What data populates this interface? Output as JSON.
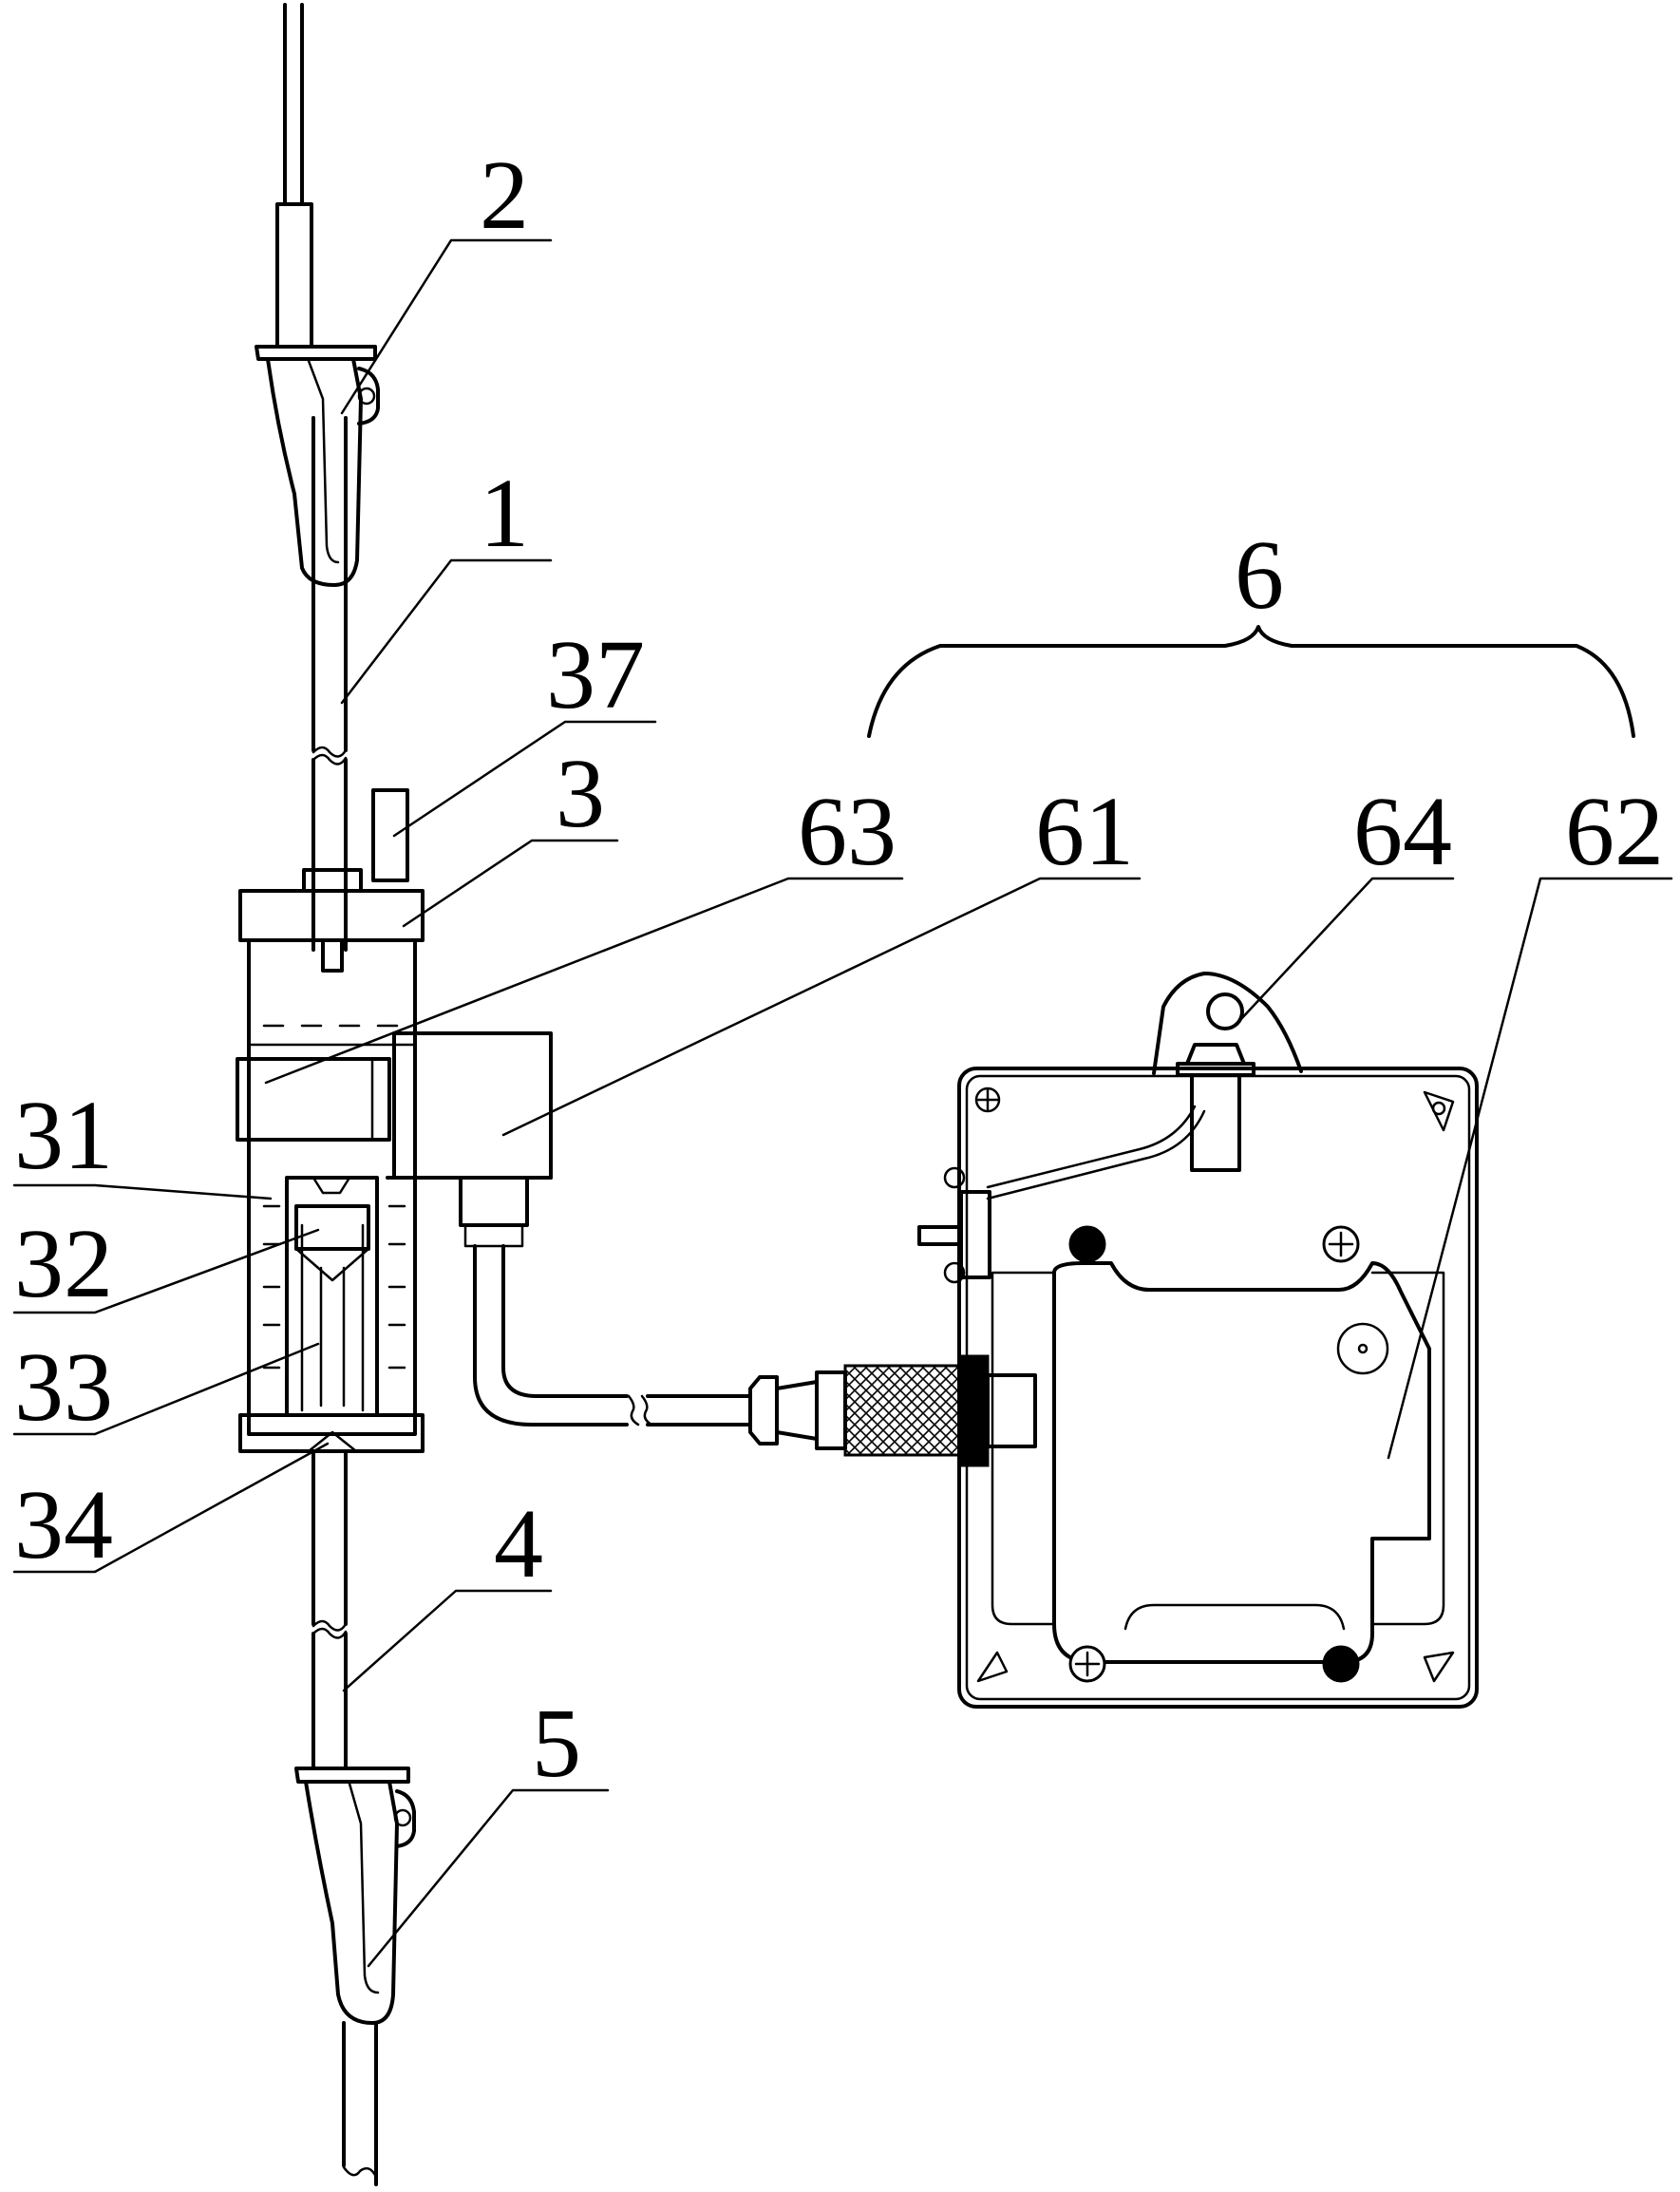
{
  "labels": {
    "l2": "2",
    "l1": "1",
    "l37": "37",
    "l3": "3",
    "l63": "63",
    "l61": "61",
    "l6": "6",
    "l64": "64",
    "l62": "62",
    "l31": "31",
    "l32": "32",
    "l33": "33",
    "l34": "34",
    "l4": "4",
    "l5": "5"
  }
}
